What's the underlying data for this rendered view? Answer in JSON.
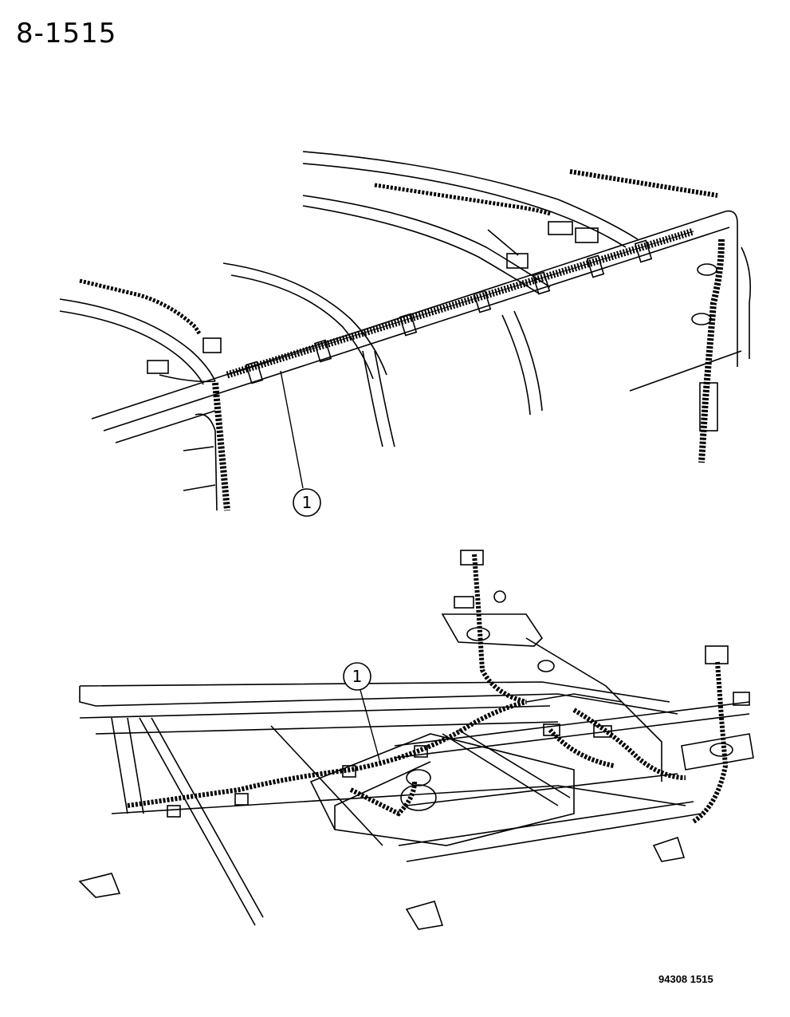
{
  "header": {
    "page_number": "8-1515"
  },
  "callouts": {
    "roof_harness": {
      "label": "1"
    },
    "floor_harness": {
      "label": "1"
    }
  },
  "footer": {
    "figure_code": "94308 1515"
  }
}
